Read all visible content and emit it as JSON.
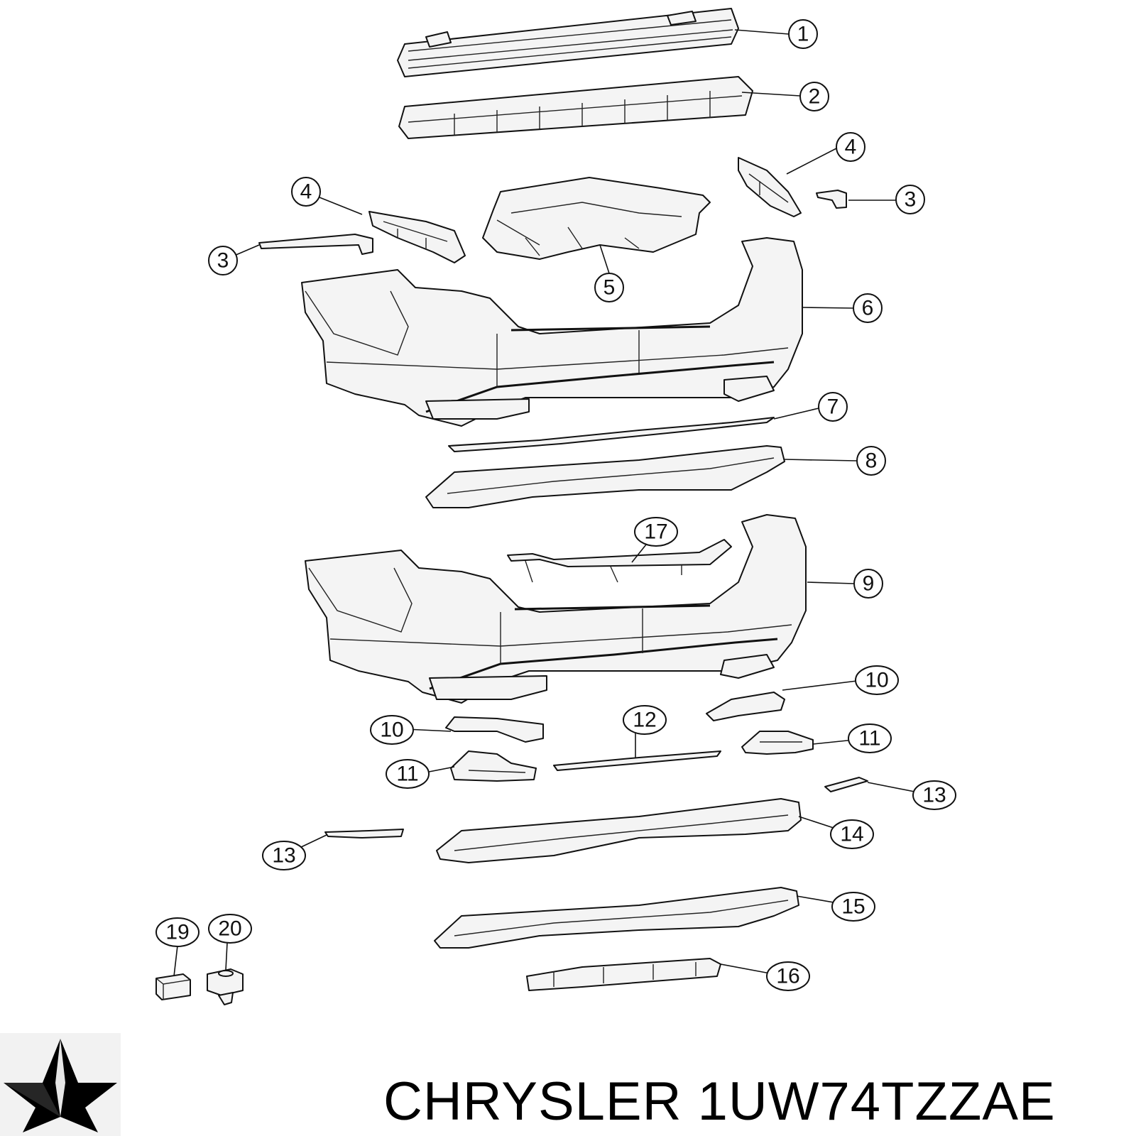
{
  "title": "CHRYSLER 1UW74TZZAE",
  "logo": "chrysler-pentastar-logo",
  "callouts": [
    "1",
    "2",
    "4",
    "4",
    "3",
    "3",
    "5",
    "6",
    "7",
    "8",
    "17",
    "9",
    "10",
    "10",
    "12",
    "11",
    "11",
    "13",
    "13",
    "14",
    "15",
    "19",
    "20",
    "16"
  ]
}
